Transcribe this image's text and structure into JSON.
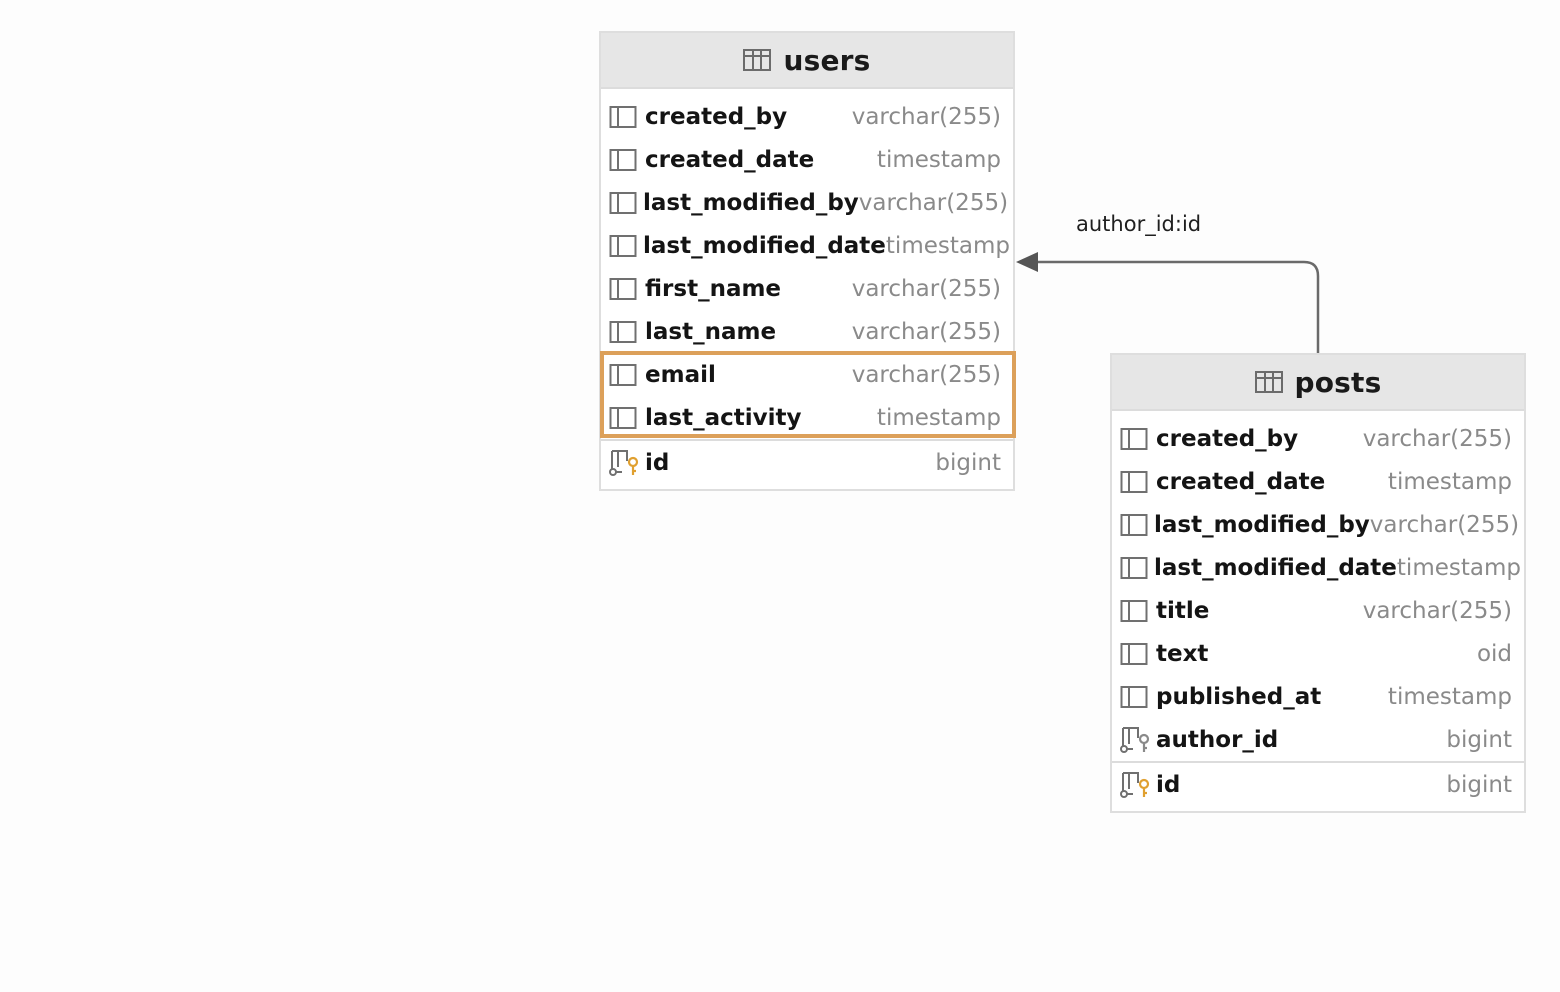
{
  "diagram": {
    "tables": [
      {
        "name": "users",
        "columns": [
          {
            "name": "created_by",
            "type": "varchar(255)"
          },
          {
            "name": "created_date",
            "type": "timestamp"
          },
          {
            "name": "last_modified_by",
            "type": "varchar(255)"
          },
          {
            "name": "last_modified_date",
            "type": "timestamp"
          },
          {
            "name": "first_name",
            "type": "varchar(255)"
          },
          {
            "name": "last_name",
            "type": "varchar(255)"
          },
          {
            "name": "email",
            "type": "varchar(255)"
          },
          {
            "name": "last_activity",
            "type": "timestamp"
          }
        ],
        "primary_key": {
          "name": "id",
          "type": "bigint"
        },
        "highlighted_columns": [
          "email",
          "last_activity"
        ]
      },
      {
        "name": "posts",
        "columns": [
          {
            "name": "created_by",
            "type": "varchar(255)"
          },
          {
            "name": "created_date",
            "type": "timestamp"
          },
          {
            "name": "last_modified_by",
            "type": "varchar(255)"
          },
          {
            "name": "last_modified_date",
            "type": "timestamp"
          },
          {
            "name": "title",
            "type": "varchar(255)"
          },
          {
            "name": "text",
            "type": "oid"
          },
          {
            "name": "published_at",
            "type": "timestamp"
          },
          {
            "name": "author_id",
            "type": "bigint",
            "foreign_key": true
          }
        ],
        "primary_key": {
          "name": "id",
          "type": "bigint"
        }
      }
    ],
    "relation": {
      "label": "author_id:id",
      "from": "posts",
      "to": "users"
    }
  },
  "colors": {
    "highlight": "#dca05a",
    "header_bg": "#e6e6e6",
    "type_text": "#8a8a8a",
    "key_icon": "#e0a030"
  },
  "icons": {
    "table": "table-grid-icon",
    "column": "column-icon",
    "key": "primary-key-icon",
    "foreign_key": "foreign-key-icon"
  }
}
